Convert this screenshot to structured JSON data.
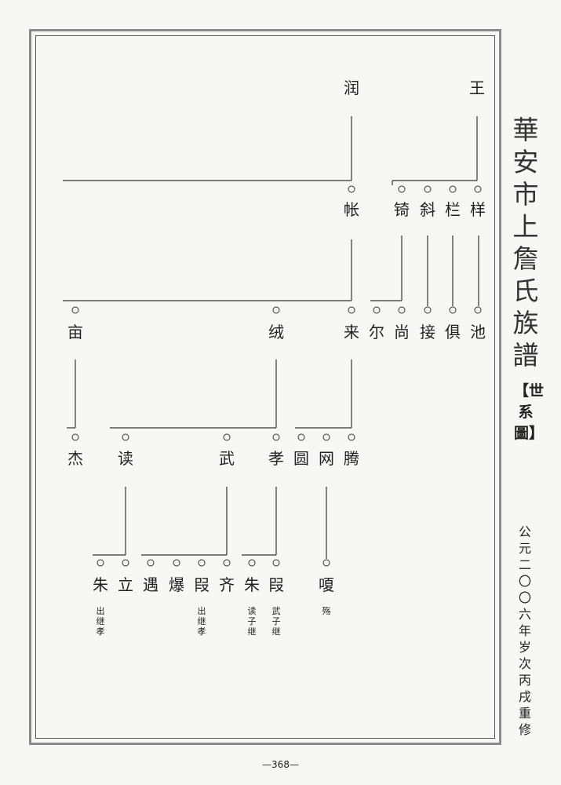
{
  "gen0": {
    "left": "润",
    "right": "王"
  },
  "gen1": {
    "a": "帐",
    "b": "锜",
    "c": "斜",
    "d": "栏",
    "e": "样"
  },
  "gen2": {
    "a": "亩",
    "b": "绒",
    "c": "来",
    "d": "尔",
    "e": "尚",
    "f": "接",
    "g": "俱",
    "h": "池"
  },
  "gen3": {
    "a": "杰",
    "b": "读",
    "c": "武",
    "d": "孝",
    "e": "圆",
    "f": "网",
    "g": "腾"
  },
  "gen4": {
    "a": "朱",
    "b": "立",
    "c": "遇",
    "d": "爆",
    "e": "叚",
    "f": "齐",
    "g": "朱",
    "h": "叚",
    "i": "嗄"
  },
  "notes": {
    "a": "出继孝",
    "b": "出继孝",
    "c": "读子继",
    "d": "武子继",
    "e": "殇"
  },
  "title": "華安市上詹氏族譜",
  "section": "【世系圖】",
  "date": "公元二〇〇六年岁次丙戌重修",
  "page_number": "—368—"
}
